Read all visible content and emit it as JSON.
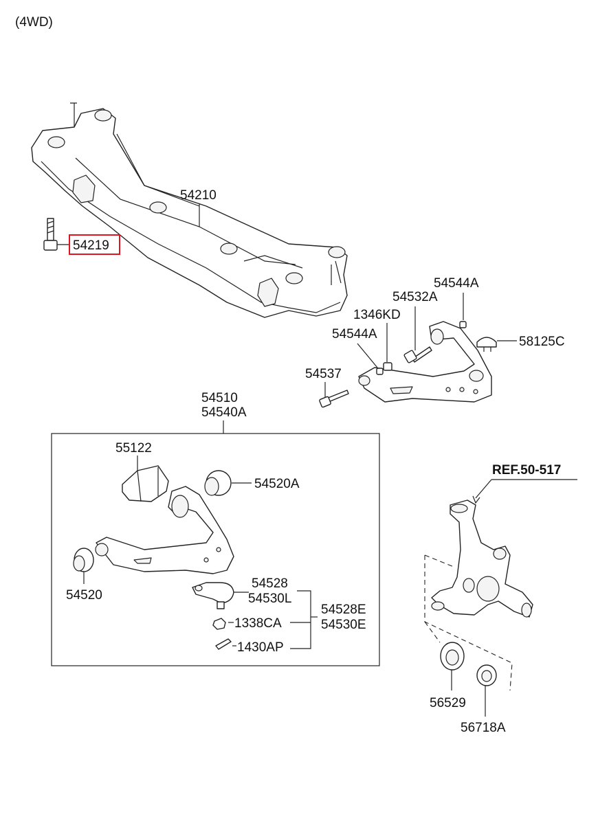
{
  "header": {
    "variant": "(4WD)"
  },
  "callouts": {
    "c54210": "54210",
    "c54219": "54219",
    "c54544A_top": "54544A",
    "c54532A": "54532A",
    "c1346KD": "1346KD",
    "c54544A_mid": "54544A",
    "c58125C": "58125C",
    "c54537": "54537",
    "c54510": "54510",
    "c54540A": "54540A",
    "c55122": "55122",
    "c54520A": "54520A",
    "c54520": "54520",
    "c54528": "54528",
    "c54530L": "54530L",
    "c54528E": "54528E",
    "c54530E": "54530E",
    "c1338CA": "1338CA",
    "c1430AP": "1430AP",
    "ref": "REF.50-517",
    "c56529": "56529",
    "c56718A": "56718A"
  },
  "highlight": {
    "part": "54219",
    "color": "#e0141e"
  }
}
